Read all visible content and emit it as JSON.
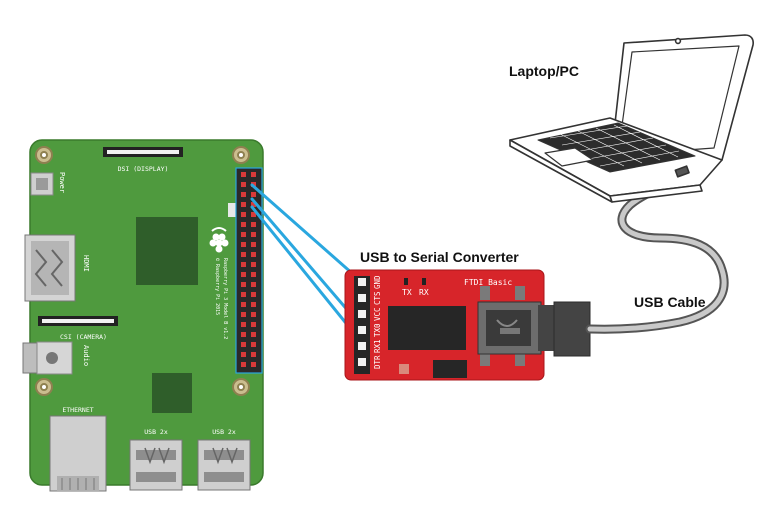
{
  "labels": {
    "laptop": "Laptop/PC",
    "converter": "USB to Serial Converter",
    "cable": "USB Cable"
  },
  "raspberry_pi": {
    "dsi": "DSI (DISPLAY)",
    "power": "Power",
    "hdmi": "HDMI",
    "csi": "CSI (CAMERA)",
    "audio": "Audio",
    "ethernet": "ETHERNET",
    "usb_left": "USB 2x",
    "usb_right": "USB 2x",
    "model_line1": "Raspberry Pi 3 Model B v1.2",
    "model_line2": "© Raspberry Pi 2015"
  },
  "ftdi": {
    "title": "FTDI Basic",
    "tx": "TX",
    "rx": "RX",
    "pins": [
      "DTR",
      "RX1",
      "TX0",
      "VCC",
      "CTS",
      "GND"
    ]
  },
  "colors": {
    "pcb_green": "#4f9a3e",
    "ftdi_red": "#d7252a",
    "wire_blue": "#2aa7df",
    "cable_gray": "#9a9a9a",
    "chip_dark": "#2f5e2a"
  }
}
